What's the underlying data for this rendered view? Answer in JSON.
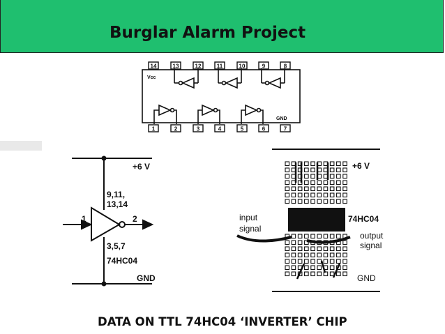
{
  "header": {
    "title": "Burglar Alarm Project",
    "background_color": "#1fbf6f"
  },
  "pinout": {
    "top_pins": [
      "14",
      "13",
      "12",
      "11",
      "10",
      "9",
      "8"
    ],
    "bottom_pins": [
      "1",
      "2",
      "3",
      "4",
      "5",
      "6",
      "7"
    ],
    "vcc_label": "Vcc",
    "gnd_label": "GND"
  },
  "schematic": {
    "supply_label": "+6 V",
    "input_pin": "1",
    "output_pin": "2",
    "input_pins_label_line1": "9,11,",
    "input_pins_label_line2": "13,14",
    "lower_pins_label": "3,5,7",
    "chip_label": "74HC04",
    "gnd_label": "GND"
  },
  "breadboard": {
    "supply_label": "+6 V",
    "input_label_line1": "input",
    "input_label_line2": "signal",
    "chip_label": "74HC04",
    "output_label_line1": "output",
    "output_label_line2": "signal",
    "gnd_label": "GND"
  },
  "caption": "DATA ON TTL 74HC04 ‘INVERTER’ CHIP"
}
